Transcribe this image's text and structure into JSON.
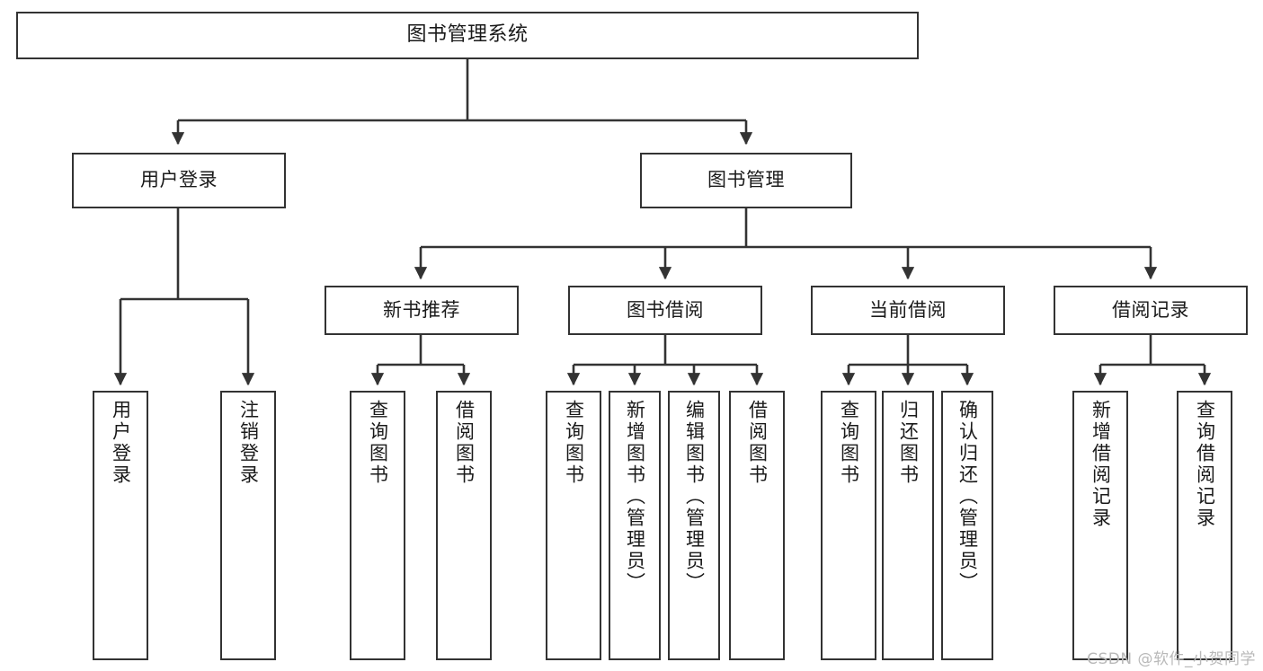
{
  "diagram": {
    "title": "图书管理系统",
    "type": "tree",
    "watermark": "CSDN @软件_小贺同学",
    "colors": {
      "box_border": "#333333",
      "box_fill": "#ffffff",
      "edge": "#333333",
      "text": "#1a1a1a",
      "watermark": "#b9b9b9"
    },
    "nodes": {
      "root": {
        "label": "图书管理系统",
        "level": 1,
        "orientation": "horizontal"
      },
      "l2": [
        {
          "id": "user-login",
          "label": "用户登录",
          "level": 2,
          "orientation": "horizontal"
        },
        {
          "id": "book-manage",
          "label": "图书管理",
          "level": 2,
          "orientation": "horizontal"
        }
      ],
      "l3": [
        {
          "id": "new-book-rec",
          "label": "新书推荐",
          "level": 3,
          "orientation": "horizontal"
        },
        {
          "id": "book-borrow",
          "label": "图书借阅",
          "level": 3,
          "orientation": "horizontal"
        },
        {
          "id": "current-borrow",
          "label": "当前借阅",
          "level": 3,
          "orientation": "horizontal"
        },
        {
          "id": "borrow-record",
          "label": "借阅记录",
          "level": 3,
          "orientation": "horizontal"
        }
      ],
      "leaves": [
        {
          "id": "leaf-user-login",
          "label": "用户登录",
          "parent": "user-login",
          "orientation": "vertical"
        },
        {
          "id": "leaf-logout-login",
          "label": "注销登录",
          "parent": "user-login",
          "orientation": "vertical"
        },
        {
          "id": "leaf-query-book-1",
          "label": "查询图书",
          "parent": "new-book-rec",
          "orientation": "vertical"
        },
        {
          "id": "leaf-borrow-book-1",
          "label": "借阅图书",
          "parent": "new-book-rec",
          "orientation": "vertical"
        },
        {
          "id": "leaf-query-book-2",
          "label": "查询图书",
          "parent": "book-borrow",
          "orientation": "vertical"
        },
        {
          "id": "leaf-add-book",
          "label": "新增图书（管理员）",
          "parent": "book-borrow",
          "orientation": "vertical"
        },
        {
          "id": "leaf-edit-book",
          "label": "编辑图书（管理员）",
          "parent": "book-borrow",
          "orientation": "vertical"
        },
        {
          "id": "leaf-borrow-book-2",
          "label": "借阅图书",
          "parent": "book-borrow",
          "orientation": "vertical"
        },
        {
          "id": "leaf-query-book-3",
          "label": "查询图书",
          "parent": "current-borrow",
          "orientation": "vertical"
        },
        {
          "id": "leaf-return-book",
          "label": "归还图书",
          "parent": "current-borrow",
          "orientation": "vertical"
        },
        {
          "id": "leaf-confirm-return",
          "label": "确认归还（管理员）",
          "parent": "current-borrow",
          "orientation": "vertical"
        },
        {
          "id": "leaf-add-record",
          "label": "新增借阅记录",
          "parent": "borrow-record",
          "orientation": "vertical"
        },
        {
          "id": "leaf-query-record",
          "label": "查询借阅记录",
          "parent": "borrow-record",
          "orientation": "vertical"
        }
      ]
    }
  }
}
